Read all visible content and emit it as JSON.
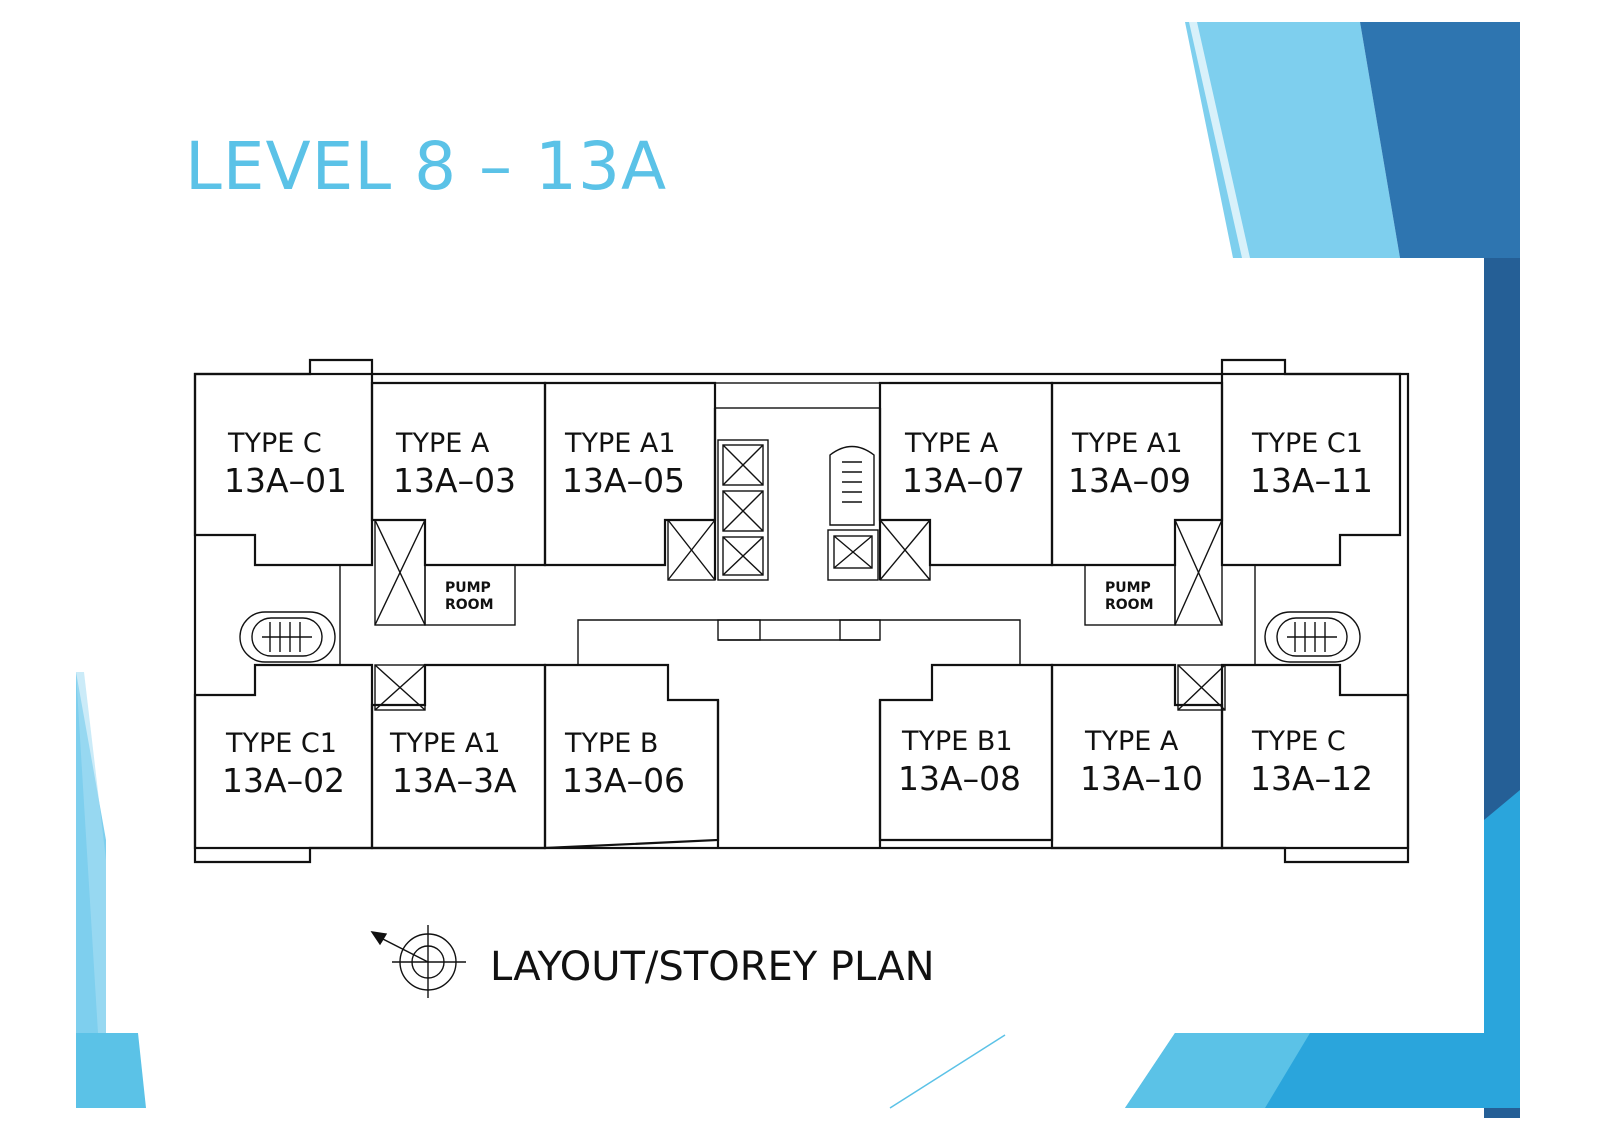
{
  "slide": {
    "title": "LEVEL 8 – 13A",
    "colors": {
      "title": "#5bc2e7",
      "accent_light": "#7ecfee",
      "accent_mid": "#2e75b0",
      "accent_dark": "#255f96",
      "accent_bright": "#2aa5dc"
    }
  },
  "plan": {
    "caption": "LAYOUT/STOREY PLAN",
    "north_symbol": "north-arrow-icon",
    "units_top": [
      {
        "type": "TYPE C",
        "unit": "13A–01"
      },
      {
        "type": "TYPE A",
        "unit": "13A–03"
      },
      {
        "type": "TYPE A1",
        "unit": "13A–05"
      },
      {
        "type": "TYPE A",
        "unit": "13A–07"
      },
      {
        "type": "TYPE A1",
        "unit": "13A–09"
      },
      {
        "type": "TYPE C1",
        "unit": "13A–11"
      }
    ],
    "units_bottom": [
      {
        "type": "TYPE C1",
        "unit": "13A–02"
      },
      {
        "type": "TYPE A1",
        "unit": "13A–3A"
      },
      {
        "type": "TYPE B",
        "unit": "13A–06"
      },
      {
        "type": "TYPE B1",
        "unit": "13A–08"
      },
      {
        "type": "TYPE A",
        "unit": "13A–10"
      },
      {
        "type": "TYPE C",
        "unit": "13A–12"
      }
    ],
    "pump_room": {
      "line1": "PUMP",
      "line2": "ROOM"
    }
  }
}
